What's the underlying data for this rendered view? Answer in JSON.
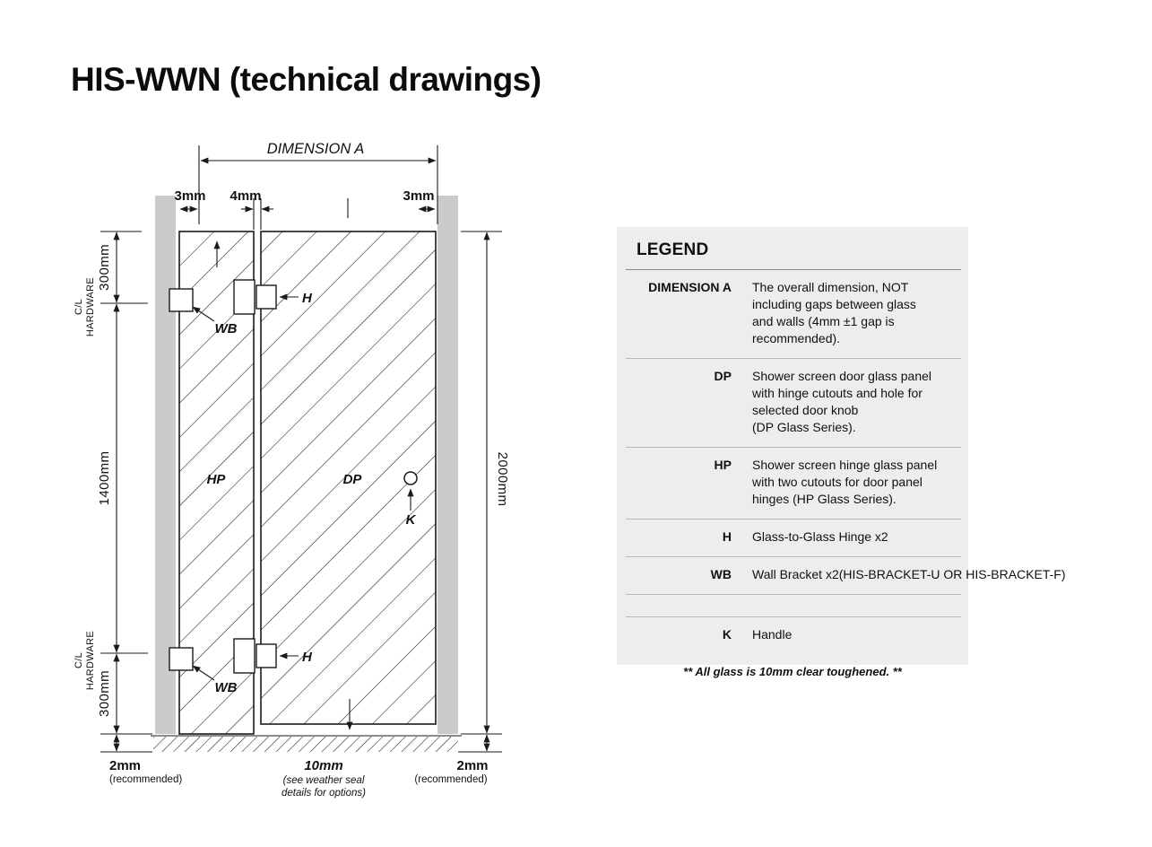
{
  "page": {
    "title": "HIS-WWN (technical drawings)"
  },
  "drawing": {
    "dimension_a_label": "DIMENSION A",
    "gaps": {
      "left": "3mm",
      "middle": "4mm",
      "right": "3mm"
    },
    "left": {
      "cl_line1": "C/L",
      "cl_line2": "HARDWARE",
      "top_300": "300mm",
      "mid_1400": "1400mm",
      "cl_bottom_line1": "C/L",
      "cl_bottom_line2": "HARDWARE",
      "bottom_300": "300mm"
    },
    "right": {
      "overall": "2000mm"
    },
    "bottom": {
      "left_gap": "2mm",
      "left_note": "(recommended)",
      "center_gap": "10mm",
      "center_note_1": "(see weather seal",
      "center_note_2": "details for options)",
      "right_gap": "2mm",
      "right_note": "(recommended)"
    },
    "labels": {
      "wb": "WB",
      "h": "H",
      "hp": "HP",
      "dp": "DP",
      "k": "K"
    }
  },
  "legend": {
    "title": "LEGEND",
    "entries": [
      {
        "term": "DIMENSION A",
        "desc": "The overall dimension, NOT\nincluding gaps between glass\nand walls (4mm ±1 gap is\nrecommended)."
      },
      {
        "term": "DP",
        "desc": "Shower screen door glass panel\nwith hinge cutouts and hole for\nselected door knob\n(DP Glass Series)."
      },
      {
        "term": "HP",
        "desc": "Shower screen hinge glass panel\nwith two cutouts for door panel\nhinges (HP Glass Series)."
      },
      {
        "term": "H",
        "desc": "Glass-to-Glass Hinge x2"
      },
      {
        "term": "WB",
        "desc": "Wall Bracket x2(HIS-BRACKET-U OR HIS-BRACKET-F)"
      },
      {
        "term": "K",
        "desc": "Handle"
      }
    ],
    "footnote": "** All glass is 10mm clear toughened. **"
  }
}
